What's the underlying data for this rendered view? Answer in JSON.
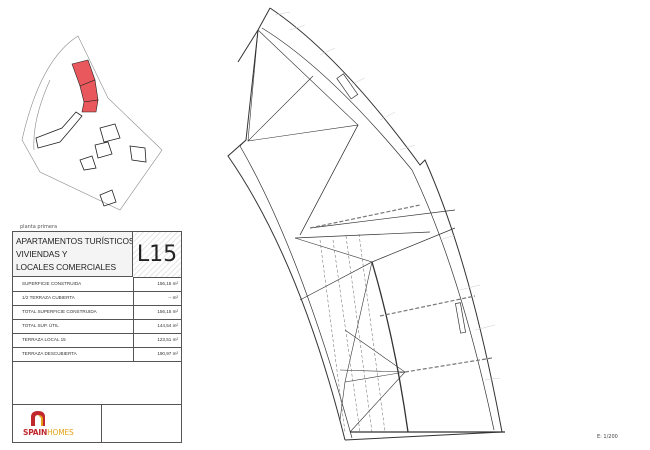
{
  "keyplan": {
    "caption": "planta primera",
    "highlight_color": "#e8585c"
  },
  "table": {
    "title_lines": [
      "APARTAMENTOS TURÍSTICOS,",
      "VIVIENDAS Y",
      "LOCALES COMERCIALES"
    ],
    "code": "L15",
    "rows": [
      {
        "label": "SUPERFICIE CONSTRUIDA",
        "value": "156,15 m²"
      },
      {
        "label": "1/2 TERRAZA CUBIERTA",
        "value": "-- m²"
      },
      {
        "label": "TOTAL SUPERFICIE CONSTRUIDA",
        "value": "156,15 m²"
      },
      {
        "label": "TOTAL SUP. ÚTIL",
        "value": "144,54 m²"
      },
      {
        "label": "TERRAZA LOCAL 15",
        "value": "123,51 m²"
      },
      {
        "label": "TERRAZA DESCUBIERTA",
        "value": "190,97 m²"
      }
    ]
  },
  "logo": {
    "text_a": "SPAIN",
    "text_b": "HOMES",
    "color_a": "#c0282d",
    "color_b": "#e3a21a"
  },
  "scale": "E: 1/200"
}
